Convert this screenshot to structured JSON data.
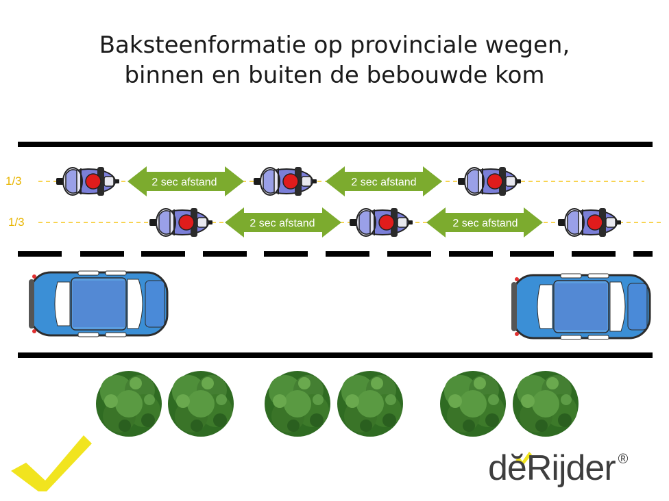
{
  "title": {
    "line1": "Baksteenformatie op provinciale wegen,",
    "line2": "binnen en buiten de bebouwde kom"
  },
  "lanes": [
    {
      "label": "1/3"
    },
    {
      "label": "1/3"
    }
  ],
  "distance_label": "2 sec afstand",
  "logo": {
    "text": "dĕRijder",
    "registered": "®"
  },
  "colors": {
    "road_line": "#000000",
    "lane_guide": "#f5c518",
    "arrow_green": "#7cab2e",
    "car_blue": "#3b8fd6",
    "tree_green": "#3d7a2a",
    "checkmark": "#f1e41f",
    "lane_label": "#e8b500"
  },
  "icons": [
    "motorcycle-icon",
    "car-icon",
    "tree-icon",
    "checkmark-icon",
    "logo-icon"
  ]
}
